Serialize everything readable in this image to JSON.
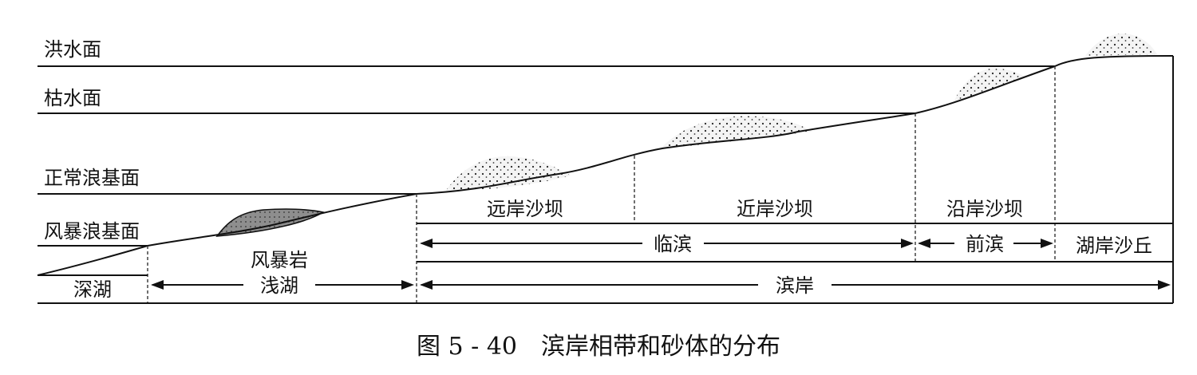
{
  "levels": {
    "flood": "洪水面",
    "dry": "枯水面",
    "normal_wave": "正常浪基面",
    "storm_wave": "风暴浪基面"
  },
  "zones": {
    "offshore_bar": "远岸沙坝",
    "nearshore_bar": "近岸沙坝",
    "longshore_bar": "沿岸沙坝",
    "lake_dune": "湖岸沙丘",
    "storm_rock": "风暴岩",
    "deep_lake": "深湖",
    "shallow_lake": "浅湖",
    "near_shore": "临滨",
    "fore_shore": "前滨",
    "shore": "滨岸"
  },
  "caption": "图 5 - 40　滨岸相带和砂体的分布",
  "colors": {
    "line": "#111111",
    "sand": "#eeeeee",
    "storm": "#999999"
  }
}
